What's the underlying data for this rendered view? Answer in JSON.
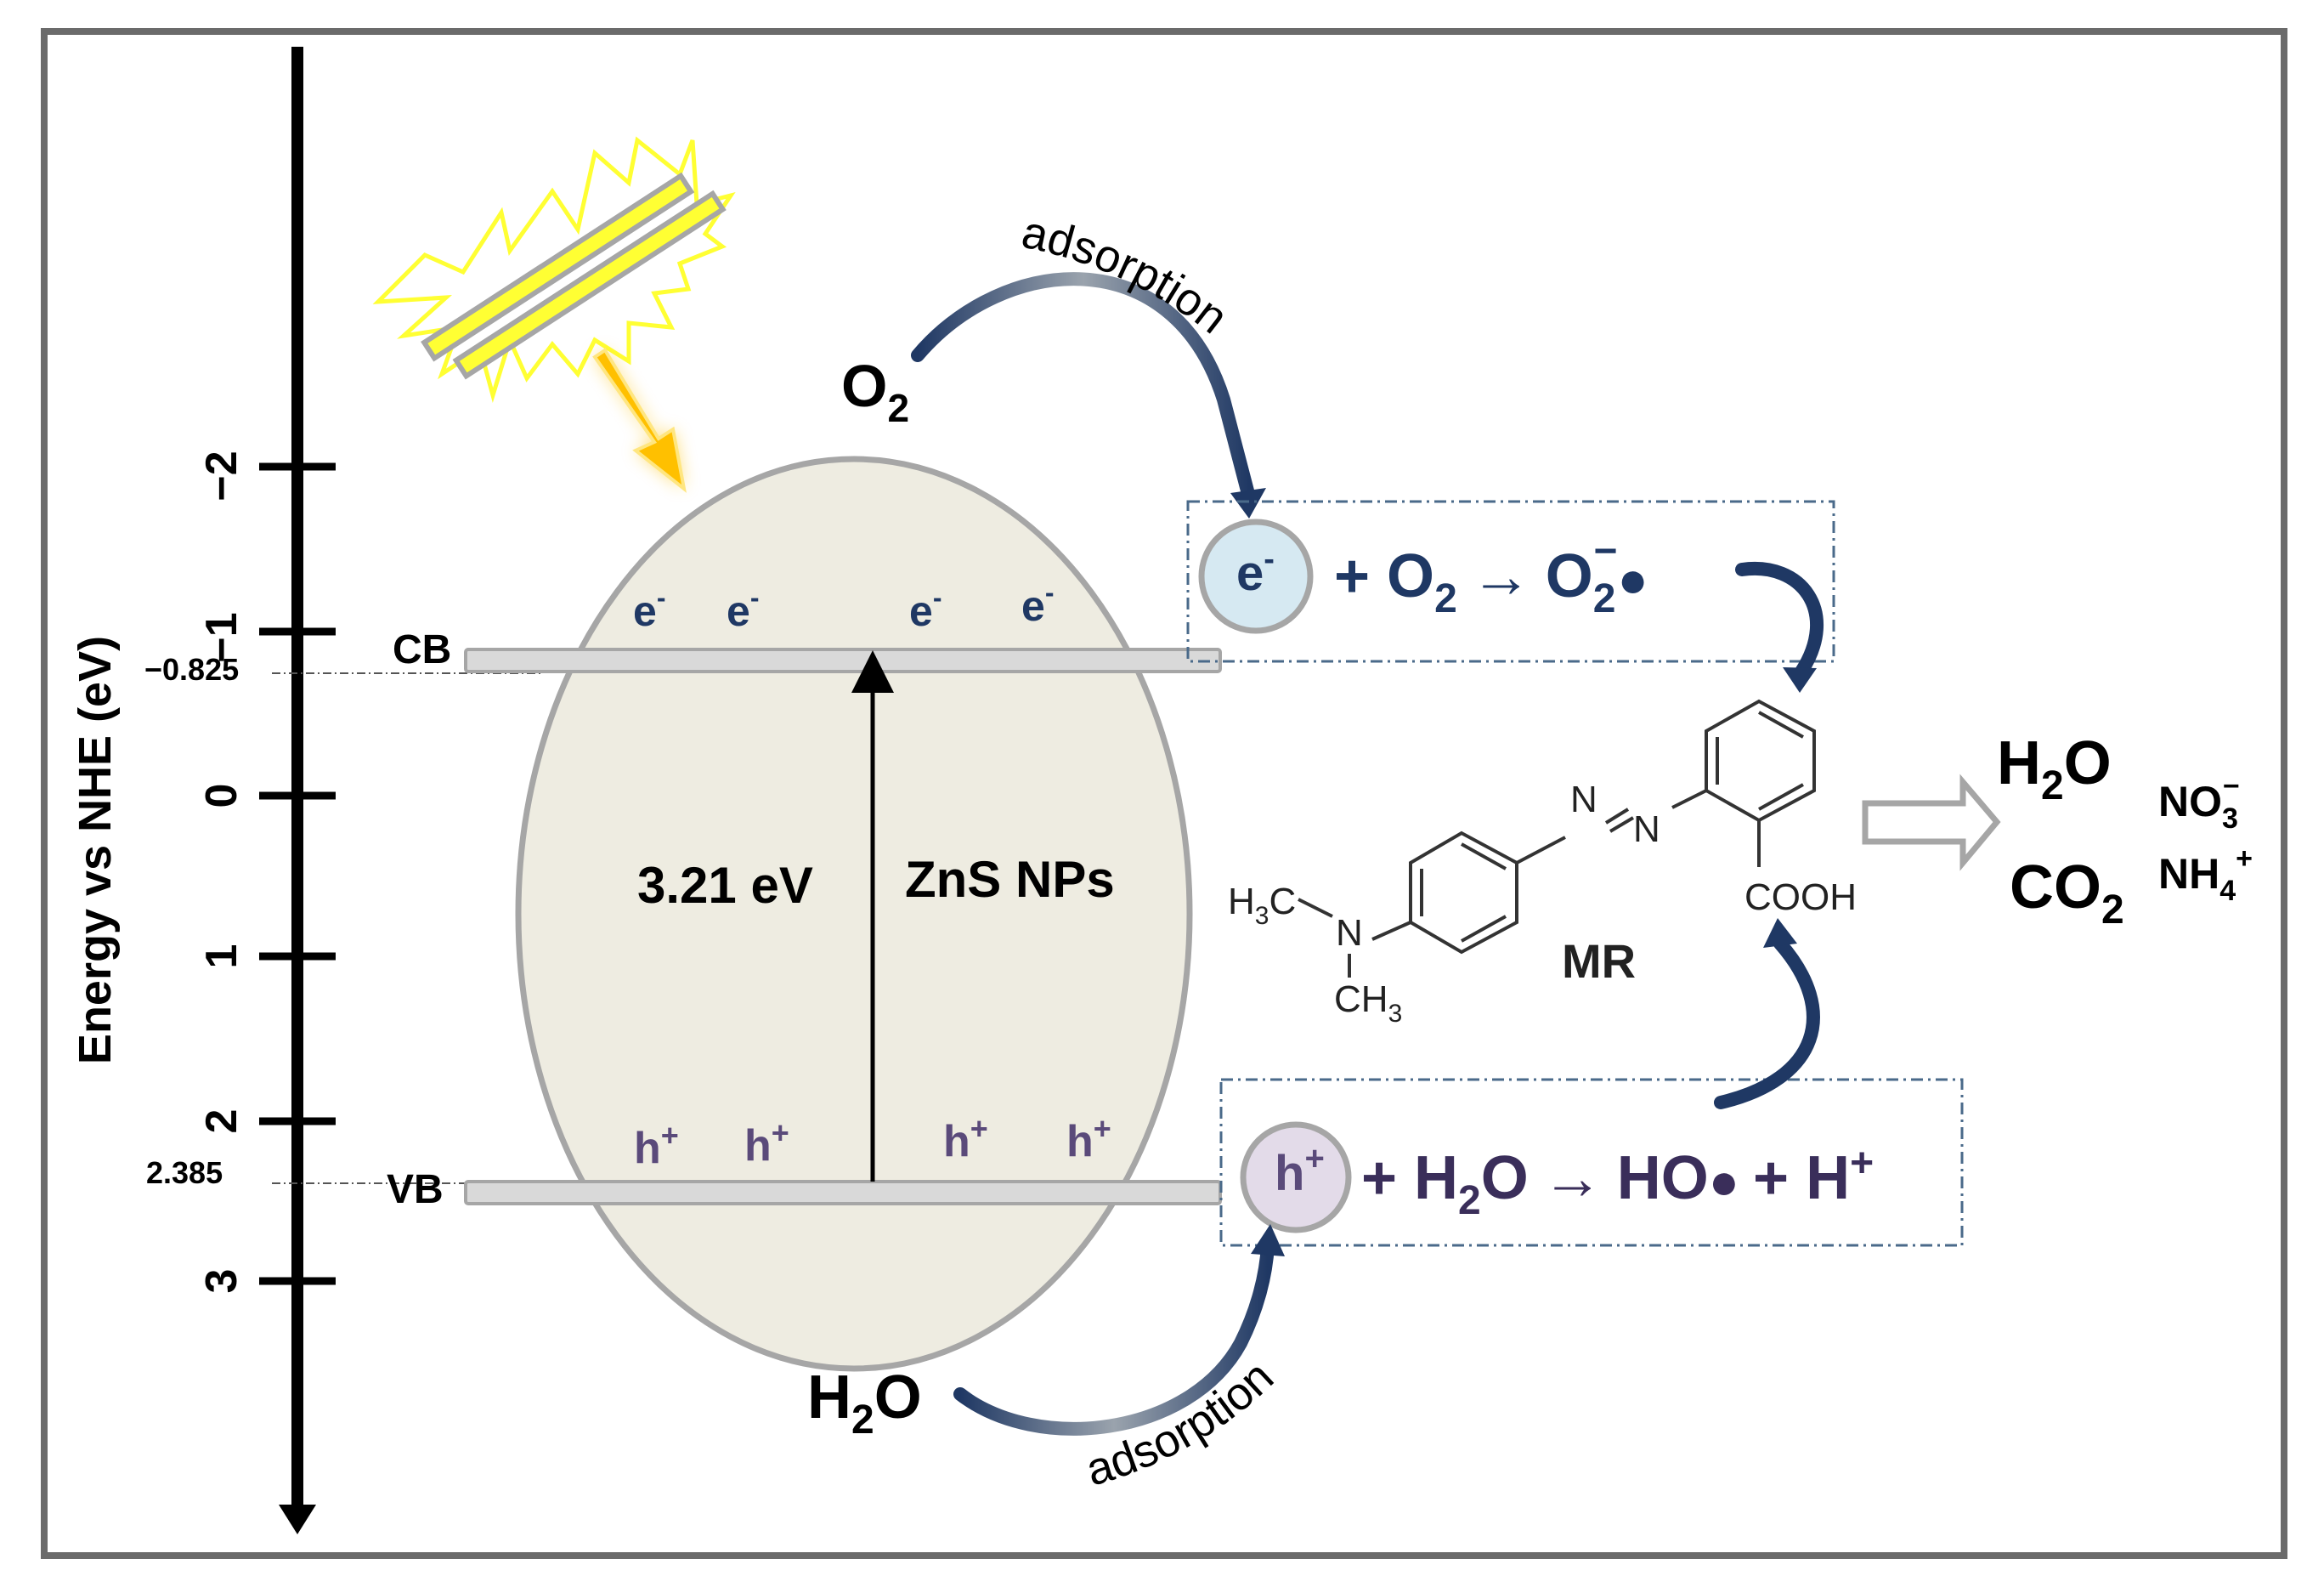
{
  "axis": {
    "label": "Energy vs NHE (eV)",
    "ticks": [
      "−2",
      "−1",
      "0",
      "1",
      "2",
      "3"
    ],
    "cb_value": "−0.825",
    "vb_value": "2.385"
  },
  "bands": {
    "cb_label": "CB",
    "vb_label": "VB",
    "bandgap": "3.21 eV",
    "material": "ZnS NPs",
    "electron": "e",
    "electron_sup": "-",
    "hole": "h",
    "hole_sup": "+"
  },
  "top_reaction": {
    "adsorption": "adsorption",
    "reactant": "O",
    "reactant_sub": "2",
    "bubble": "e",
    "bubble_sup": "-",
    "eq_part1": "+ O",
    "eq_sub1": "2",
    "eq_arrow": "→",
    "eq_part2": "O",
    "eq_sub2": "2",
    "eq_sup2": "−",
    "eq_dot": "●"
  },
  "bottom_reaction": {
    "adsorption": "adsorption",
    "reactant": "H",
    "reactant_sub": "2",
    "reactant_tail": "O",
    "bubble": "h",
    "bubble_sup": "+",
    "eq_part1": "+ H",
    "eq_sub1": "2",
    "eq_part2": "O",
    "eq_arrow": "→",
    "eq_part3": "HO",
    "eq_dot": "●",
    "eq_part4": "+ H",
    "eq_sup4": "+"
  },
  "molecule": {
    "name": "MR",
    "acid_group": "COOH",
    "azo_n": "N",
    "amine_n": "N",
    "methyl_top": "H",
    "methyl_top_sub": "3",
    "methyl_top_tail": "C",
    "methyl_bottom": "CH",
    "methyl_bottom_sub": "3"
  },
  "products": {
    "water": "H",
    "water_sub": "2",
    "water_tail": "O",
    "co2": "CO",
    "co2_sub": "2",
    "nitrate": "NO",
    "nitrate_sub": "3",
    "nitrate_sup": "−",
    "ammonium": "NH",
    "ammonium_sub": "4",
    "ammonium_sup": "+"
  },
  "colors": {
    "frame": "#6b6b6b",
    "ellipse_fill": "#eeece1",
    "ellipse_stroke": "#a6a6a6",
    "band_fill": "#d9d9d9",
    "electron_text": "#1f3864",
    "hole_text": "#5a4a7a",
    "curve_arrow": "#1f3864",
    "e_bubble": "#d6e9f2",
    "h_bubble": "#e3dbe9",
    "lamp_yellow": "#ffff33",
    "light_arrow": "#ffc000"
  }
}
